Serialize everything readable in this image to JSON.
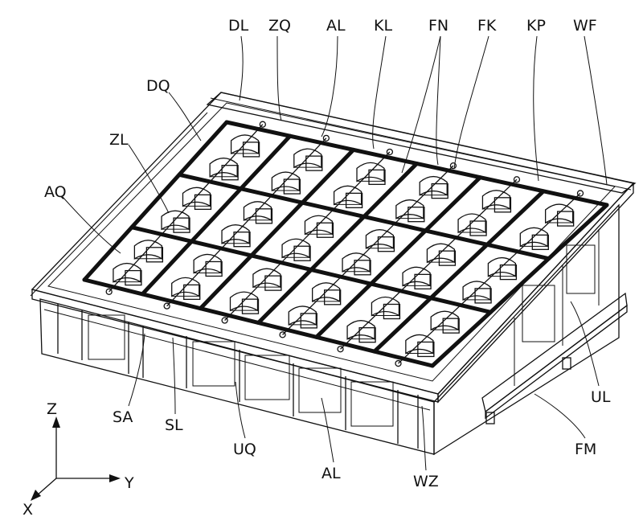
{
  "figure": {
    "labels": {
      "DL": "DL",
      "ZQ": "ZQ",
      "AL_top": "AL",
      "KL": "KL",
      "FN": "FN",
      "FK": "FK",
      "KP": "KP",
      "WF": "WF",
      "DQ": "DQ",
      "ZL": "ZL",
      "AQ": "AQ",
      "UL": "UL",
      "FM": "FM",
      "SA": "SA",
      "SL": "SL",
      "UQ": "UQ",
      "AL_bottom": "AL",
      "WZ": "WZ"
    },
    "axes": {
      "z": "Z",
      "y": "Y",
      "x": "X"
    }
  }
}
